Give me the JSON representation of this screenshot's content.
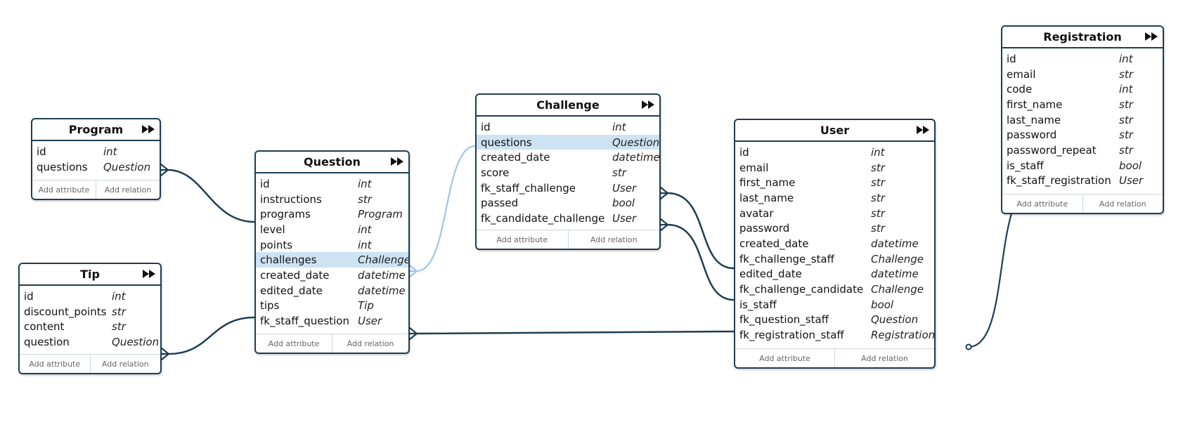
{
  "entities": {
    "program": {
      "title": "Program",
      "attributes": [
        {
          "name": "id",
          "type": "int"
        },
        {
          "name": "questions",
          "type": "Question"
        }
      ],
      "add_attribute": "Add attribute",
      "add_relation": "Add relation"
    },
    "tip": {
      "title": "Tip",
      "attributes": [
        {
          "name": "id",
          "type": "int"
        },
        {
          "name": "discount_points",
          "type": "str"
        },
        {
          "name": "content",
          "type": "str"
        },
        {
          "name": "question",
          "type": "Question"
        }
      ],
      "add_attribute": "Add attribute",
      "add_relation": "Add relation"
    },
    "question": {
      "title": "Question",
      "attributes": [
        {
          "name": "id",
          "type": "int"
        },
        {
          "name": "instructions",
          "type": "str"
        },
        {
          "name": "programs",
          "type": "Program"
        },
        {
          "name": "level",
          "type": "int"
        },
        {
          "name": "points",
          "type": "int"
        },
        {
          "name": "challenges",
          "type": "Challenge"
        },
        {
          "name": "created_date",
          "type": "datetime"
        },
        {
          "name": "edited_date",
          "type": "datetime"
        },
        {
          "name": "tips",
          "type": "Tip"
        },
        {
          "name": "fk_staff_question",
          "type": "User"
        }
      ],
      "add_attribute": "Add attribute",
      "add_relation": "Add relation"
    },
    "challenge": {
      "title": "Challenge",
      "attributes": [
        {
          "name": "id",
          "type": "int"
        },
        {
          "name": "questions",
          "type": "Question"
        },
        {
          "name": "created_date",
          "type": "datetime"
        },
        {
          "name": "score",
          "type": "str"
        },
        {
          "name": "fk_staff_challenge",
          "type": "User"
        },
        {
          "name": "passed",
          "type": "bool"
        },
        {
          "name": "fk_candidate_challenge",
          "type": "User"
        }
      ],
      "add_attribute": "Add attribute",
      "add_relation": "Add relation"
    },
    "user": {
      "title": "User",
      "attributes": [
        {
          "name": "id",
          "type": "int"
        },
        {
          "name": "email",
          "type": "str"
        },
        {
          "name": "first_name",
          "type": "str"
        },
        {
          "name": "last_name",
          "type": "str"
        },
        {
          "name": "avatar",
          "type": "str"
        },
        {
          "name": "password",
          "type": "str"
        },
        {
          "name": "created_date",
          "type": "datetime"
        },
        {
          "name": "fk_challenge_staff",
          "type": "Challenge"
        },
        {
          "name": "edited_date",
          "type": "datetime"
        },
        {
          "name": "fk_challenge_candidate",
          "type": "Challenge"
        },
        {
          "name": "is_staff",
          "type": "bool"
        },
        {
          "name": "fk_question_staff",
          "type": "Question"
        },
        {
          "name": "fk_registration_staff",
          "type": "Registration"
        }
      ],
      "add_attribute": "Add attribute",
      "add_relation": "Add relation"
    },
    "registration": {
      "title": "Registration",
      "attributes": [
        {
          "name": "id",
          "type": "int"
        },
        {
          "name": "email",
          "type": "str"
        },
        {
          "name": "code",
          "type": "int"
        },
        {
          "name": "first_name",
          "type": "str"
        },
        {
          "name": "last_name",
          "type": "str"
        },
        {
          "name": "password",
          "type": "str"
        },
        {
          "name": "password_repeat",
          "type": "str"
        },
        {
          "name": "is_staff",
          "type": "bool"
        },
        {
          "name": "fk_staff_registration",
          "type": "User"
        }
      ],
      "add_attribute": "Add attribute",
      "add_relation": "Add relation"
    }
  },
  "highlighted": [
    {
      "entity": "question",
      "attribute": "challenges"
    },
    {
      "entity": "challenge",
      "attribute": "questions"
    }
  ],
  "colors": {
    "border": "#1f3d52",
    "edge": "#1f3d52",
    "edge_highlight": "#9ec6e8",
    "row_highlight": "#cde3f3"
  },
  "icons": {
    "expand": "fast-forward-icon"
  }
}
